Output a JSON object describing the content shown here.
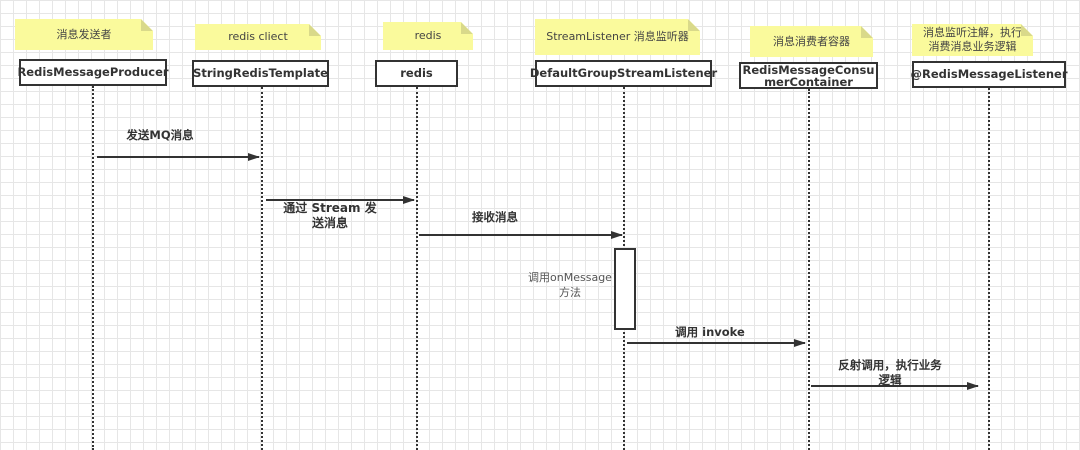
{
  "notes": [
    {
      "text": "消息发送者"
    },
    {
      "text": "redis cliect"
    },
    {
      "text": "redis"
    },
    {
      "text": "StreamListener 消息监听器"
    },
    {
      "text": "消息消费者容器"
    },
    {
      "text": "消息监听注解，执行\n消费消息业务逻辑"
    }
  ],
  "participants": [
    {
      "name": "RedisMessageProducer"
    },
    {
      "name": "StringRedisTemplate"
    },
    {
      "name": "redis"
    },
    {
      "name": "DefaultGroupStreamListener"
    },
    {
      "name": "RedisMessageConsumerContainer",
      "display": "RedisMessageConsu\nmerContainer"
    },
    {
      "name": "@RedisMessageListener"
    }
  ],
  "messages": [
    {
      "from": "RedisMessageProducer",
      "to": "StringRedisTemplate",
      "label": "发送MQ消息"
    },
    {
      "from": "StringRedisTemplate",
      "to": "redis",
      "label": "通过 Stream 发\n送消息"
    },
    {
      "from": "redis",
      "to": "DefaultGroupStreamListener",
      "label": "接收消息"
    },
    {
      "from": "DefaultGroupStreamListener",
      "to": "RedisMessageConsumerContainer",
      "label": "调用 invoke"
    },
    {
      "from": "RedisMessageConsumerContainer",
      "to": "@RedisMessageListener",
      "label": "反射调用，执行业务\n逻辑"
    }
  ],
  "activation": {
    "participant": "DefaultGroupStreamListener",
    "label": "调用onMessage\n方法"
  }
}
